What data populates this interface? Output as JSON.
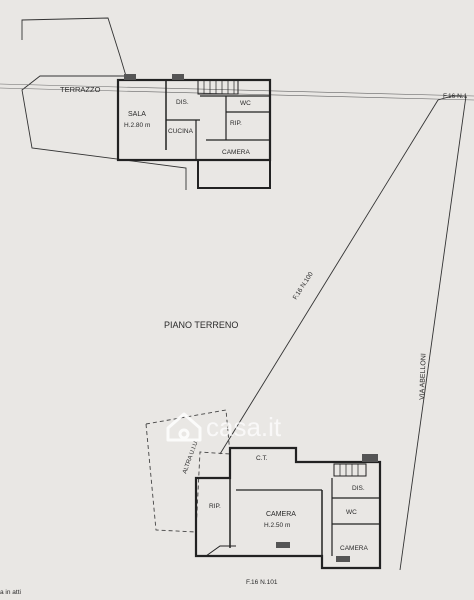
{
  "drawing": {
    "title": "PIANO TERRENO",
    "upper_floor": {
      "terrace": "TERRAZZO",
      "rooms": {
        "sala": "SALA",
        "sala_height": "H.2.80 m",
        "dis": "DIS.",
        "wc": "WC",
        "cucina": "CUCINA",
        "rip": "RIP.",
        "camera": "CAMERA"
      }
    },
    "ground_floor": {
      "rooms": {
        "ct": "C.T.",
        "dis": "DIS.",
        "rip": "RIP.",
        "camera_main": "CAMERA",
        "camera_height": "H.2.50 m",
        "wc": "WC",
        "camera_side": "CAMERA"
      },
      "other_unit": "ALTRA U.I.U."
    },
    "parcels": {
      "top_right": "F.16 N.1",
      "diagonal": "F.16 N.100",
      "bottom": "F.16 N.101"
    },
    "street": "VIA ABELLONI",
    "footer_note": "a in atti",
    "watermark": {
      "brand": "casa.it"
    },
    "colors": {
      "paper": "#e9e7e4",
      "ink": "#2a2a2a",
      "watermark": "#ffffff"
    }
  }
}
